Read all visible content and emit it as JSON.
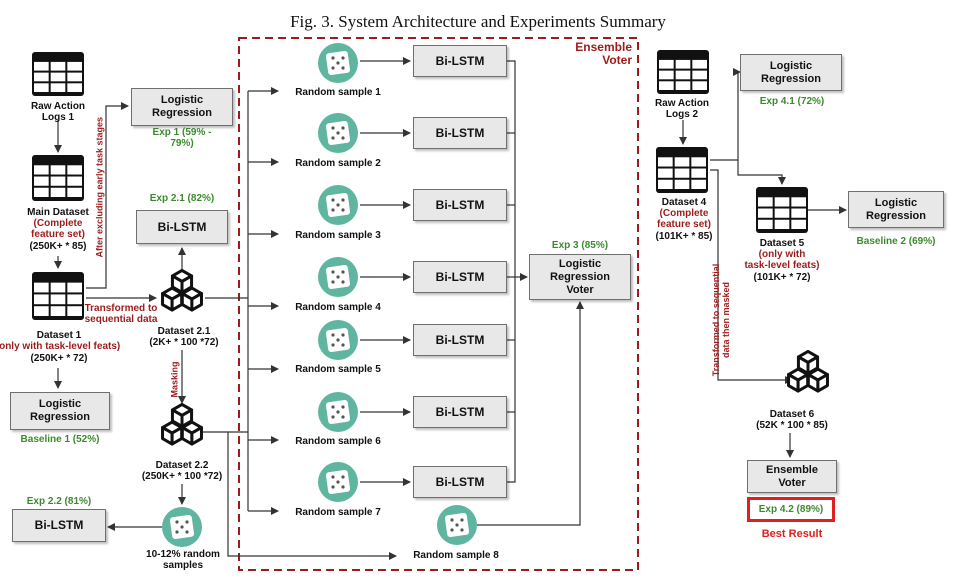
{
  "title": "Fig. 3.  System Architecture and Experiments Summary",
  "ensemble_label": "Ensemble\nVoter",
  "left": {
    "raw1": "Raw Action\nLogs 1",
    "lr_top": "Logistic\nRegression",
    "exp1": "Exp 1 (59% -\n79%)",
    "main_title": "Main Dataset",
    "main_red": "(Complete\nfeature set)",
    "main_size": "(250K+ * 85)",
    "excl": "After excluding early task stages",
    "ds1_title": "Dataset 1",
    "ds1_red": "(only with task-level feats)",
    "ds1_size": "(250K+ * 72)",
    "transformed": "Transformed to\nsequential data",
    "lr_b1": "Logistic\nRegression",
    "baseline1": "Baseline 1 (52%)",
    "exp21": "Exp 2.1 (82%)",
    "bilstm21": "Bi-LSTM",
    "ds21": "Dataset 2.1\n(2K+ * 100 *72)",
    "masking": "Masking",
    "ds22": "Dataset 2.2\n(250K+ * 100 *72)",
    "exp22": "Exp 2.2 (81%)",
    "bilstm22": "Bi-LSTM",
    "rand1012": "10-12% random\nsamples"
  },
  "middle": {
    "samples": [
      "Random sample 1",
      "Random sample 2",
      "Random sample 3",
      "Random sample 4",
      "Random sample 5",
      "Random sample 6",
      "Random sample 7"
    ],
    "bilstm": "Bi-LSTM",
    "sample8": "Random sample 8",
    "exp3": "Exp 3 (85%)",
    "voter": "Logistic\nRegression\nVoter"
  },
  "right": {
    "raw2": "Raw Action\nLogs 2",
    "lr41": "Logistic\nRegression",
    "exp41": "Exp 4.1 (72%)",
    "ds4_title": "Dataset 4",
    "ds4_red": "(Complete\nfeature set)",
    "ds4_size": "(101K+ * 85)",
    "ds5_title": "Dataset 5",
    "ds5_red": "(only with\ntask-level feats)",
    "ds5_size": "(101K+ * 72)",
    "lr_b2": "Logistic\nRegression",
    "baseline2": "Baseline 2 (69%)",
    "transformed2": "Transformed to sequential\ndata then masked",
    "ds6": "Dataset 6\n(52K * 100 * 85)",
    "ens": "Ensemble\nVoter",
    "exp42": "Exp 4.2 (89%)",
    "best": "Best Result"
  },
  "colors": {
    "green": "#3c8a2e",
    "darkred": "#9b1c1c",
    "red": "#e02020",
    "teal": "#5fb5a0",
    "box": "#e8e8e8",
    "ink": "#111111"
  }
}
